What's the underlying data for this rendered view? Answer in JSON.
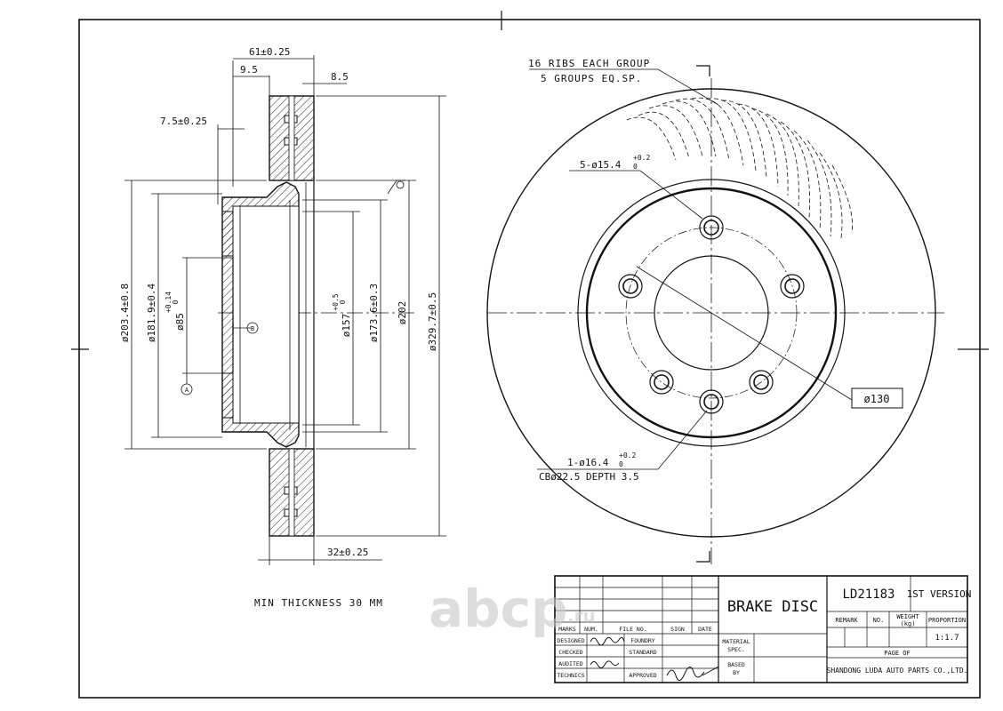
{
  "drawing": {
    "section": {
      "dim_61": "61±0.25",
      "dim_9_5": "9.5",
      "dim_8_5": "8.5",
      "dim_7_5": "7.5±0.25",
      "dim_203": "ø203.4±0.8",
      "dim_181": "ø181.9±0.4",
      "dim_85": "ø85",
      "dim_85_tol": "+0.14",
      "dim_85_tol2": "0",
      "dim_157": "ø157",
      "dim_157_tol": "+0.5",
      "dim_157_tol2": "0",
      "dim_173": "ø173.6±0.3",
      "dim_202": "ø202",
      "dim_329": "ø329.7±0.5",
      "dim_32": "32±0.25",
      "datum_a": "A",
      "datum_b": "B",
      "min_thickness": "MIN THICKNESS 30 MM"
    },
    "face": {
      "ribs_line1": "16 RIBS EACH GROUP",
      "ribs_line2": "5 GROUPS EQ.SP.",
      "holes5": "5-ø15.4",
      "holes5_tol": "+0.2",
      "holes5_tol2": "0",
      "pcd": "ø130",
      "hole1": "1-ø16.4",
      "hole1_tol": "+0.2",
      "hole1_tol2": "0",
      "cb": "CBø22.5 DEPTH 3.5"
    }
  },
  "title_block": {
    "title": "BRAKE DISC",
    "part_no": "LD21183",
    "version": "1ST VERSION",
    "remark": "REMARK",
    "no": "NO.",
    "weight": "WEIGHT",
    "weight_unit": "(kg)",
    "proportion": "PROPORTION",
    "scale": "1:1.7",
    "page": "PAGE  OF",
    "company": "SHANDONG LUDA AUTO PARTS CO.,LTD.",
    "marks": "MARKS",
    "num": "NUM.",
    "file_no": "FILE NO.",
    "sign": "SIGN",
    "date": "DATE",
    "designed": "DESIGNED",
    "checked": "CHECKED",
    "audited": "AUDITED",
    "technics": "TECHNICS",
    "foundry": "FOUNDRY",
    "standard": "STANDARD",
    "approved": "APPROVED",
    "material1": "MATERIAL",
    "material2": "SPEC.",
    "based1": "BASED",
    "based2": "BY"
  },
  "watermark": {
    "text": "abcp",
    "suffix": ".ru",
    "color": "#c8c8c8"
  }
}
